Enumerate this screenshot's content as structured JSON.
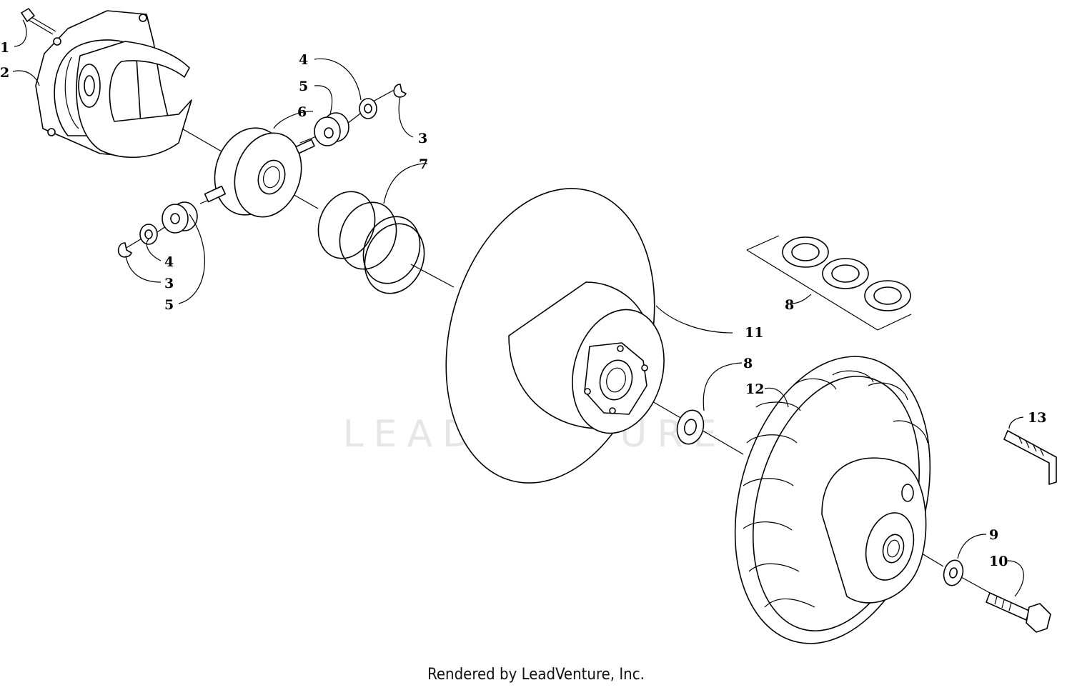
{
  "watermark": {
    "text": "LEADVENTURE"
  },
  "footer": {
    "text": "Rendered by LeadVenture, Inc."
  },
  "callouts": [
    {
      "id": "c1",
      "label": "1"
    },
    {
      "id": "c2",
      "label": "2"
    },
    {
      "id": "c3a",
      "label": "3"
    },
    {
      "id": "c3b",
      "label": "3"
    },
    {
      "id": "c4a",
      "label": "4"
    },
    {
      "id": "c4b",
      "label": "4"
    },
    {
      "id": "c5a",
      "label": "5"
    },
    {
      "id": "c5b",
      "label": "5"
    },
    {
      "id": "c6",
      "label": "6"
    },
    {
      "id": "c7",
      "label": "7"
    },
    {
      "id": "c8a",
      "label": "8"
    },
    {
      "id": "c8b",
      "label": "8"
    },
    {
      "id": "c9",
      "label": "9"
    },
    {
      "id": "c10",
      "label": "10"
    },
    {
      "id": "c11",
      "label": "11"
    },
    {
      "id": "c12",
      "label": "12"
    },
    {
      "id": "c13",
      "label": "13"
    }
  ]
}
